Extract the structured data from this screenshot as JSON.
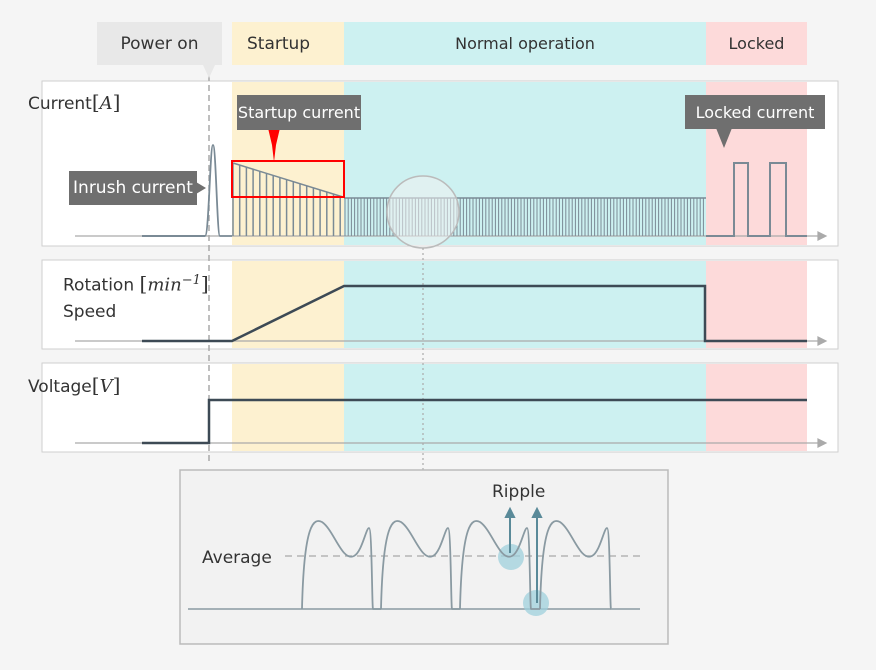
{
  "phases": [
    {
      "id": "power-on",
      "label": "Power on",
      "color": "#e8e8e8"
    },
    {
      "id": "startup",
      "label": "Startup",
      "color": "#fdf1d0"
    },
    {
      "id": "normal",
      "label": "Normal operation",
      "color": "#cdf1f1"
    },
    {
      "id": "locked",
      "label": "Locked",
      "color": "#fddada"
    }
  ],
  "panels": {
    "current": {
      "label": "Current",
      "unit": "A"
    },
    "speed": {
      "label_line1": "Rotation",
      "label_line2": "Speed",
      "unit_base": "min",
      "unit_exp": "−1"
    },
    "voltage": {
      "label": "Voltage",
      "unit": "V"
    }
  },
  "annotations": {
    "startup_current": "Startup current",
    "inrush_current": "Inrush current",
    "locked_current": "Locked current"
  },
  "detail": {
    "average_label": "Average",
    "ripple_label": "Ripple"
  },
  "colors": {
    "trace": "#3d4a55",
    "thin_trace": "#7a8a95",
    "highlight": "#ff0000",
    "tag_bg": "#6f6f6f",
    "ripple_marker": "#9fd0dc"
  }
}
